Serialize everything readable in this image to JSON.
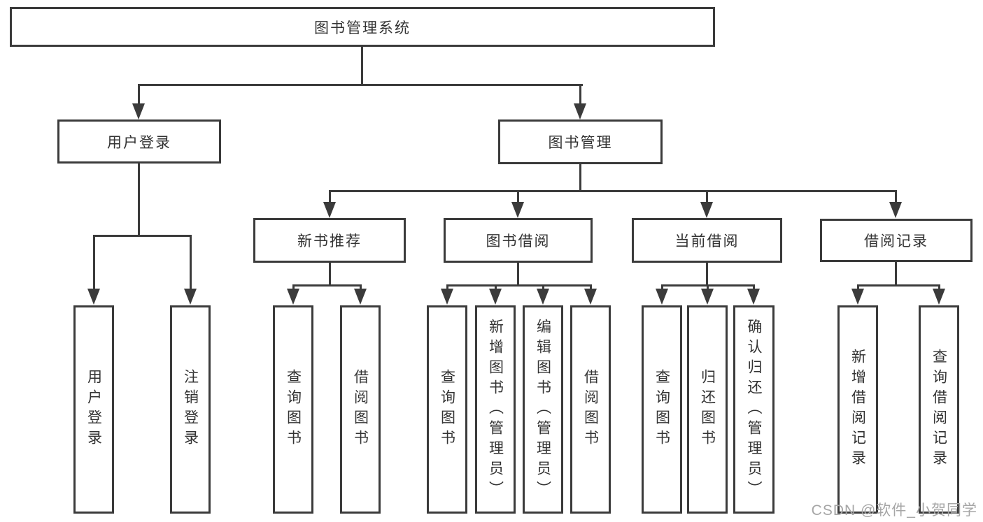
{
  "diagram_type": "hierarchy-tree",
  "tree": {
    "label": "图书管理系统",
    "children": [
      {
        "label": "用户登录",
        "children": [
          {
            "label": "用户登录"
          },
          {
            "label": "注销登录"
          }
        ]
      },
      {
        "label": "图书管理",
        "children": [
          {
            "label": "新书推荐",
            "children": [
              {
                "label": "查询图书"
              },
              {
                "label": "借阅图书"
              }
            ]
          },
          {
            "label": "图书借阅",
            "children": [
              {
                "label": "查询图书"
              },
              {
                "label": "新增图书（管理员）"
              },
              {
                "label": "编辑图书（管理员）"
              },
              {
                "label": "借阅图书"
              }
            ]
          },
          {
            "label": "当前借阅",
            "children": [
              {
                "label": "查询图书"
              },
              {
                "label": "归还图书"
              },
              {
                "label": "确认归还（管理员）"
              }
            ]
          },
          {
            "label": "借阅记录",
            "children": [
              {
                "label": "新增借阅记录"
              },
              {
                "label": "查询借阅记录"
              }
            ]
          }
        ]
      }
    ]
  },
  "watermark": "CSDN @软件_小贺同学",
  "colors": {
    "line": "#3b3b3b",
    "text": "#333333",
    "watermark": "#a6a6a6",
    "background": "#ffffff"
  }
}
